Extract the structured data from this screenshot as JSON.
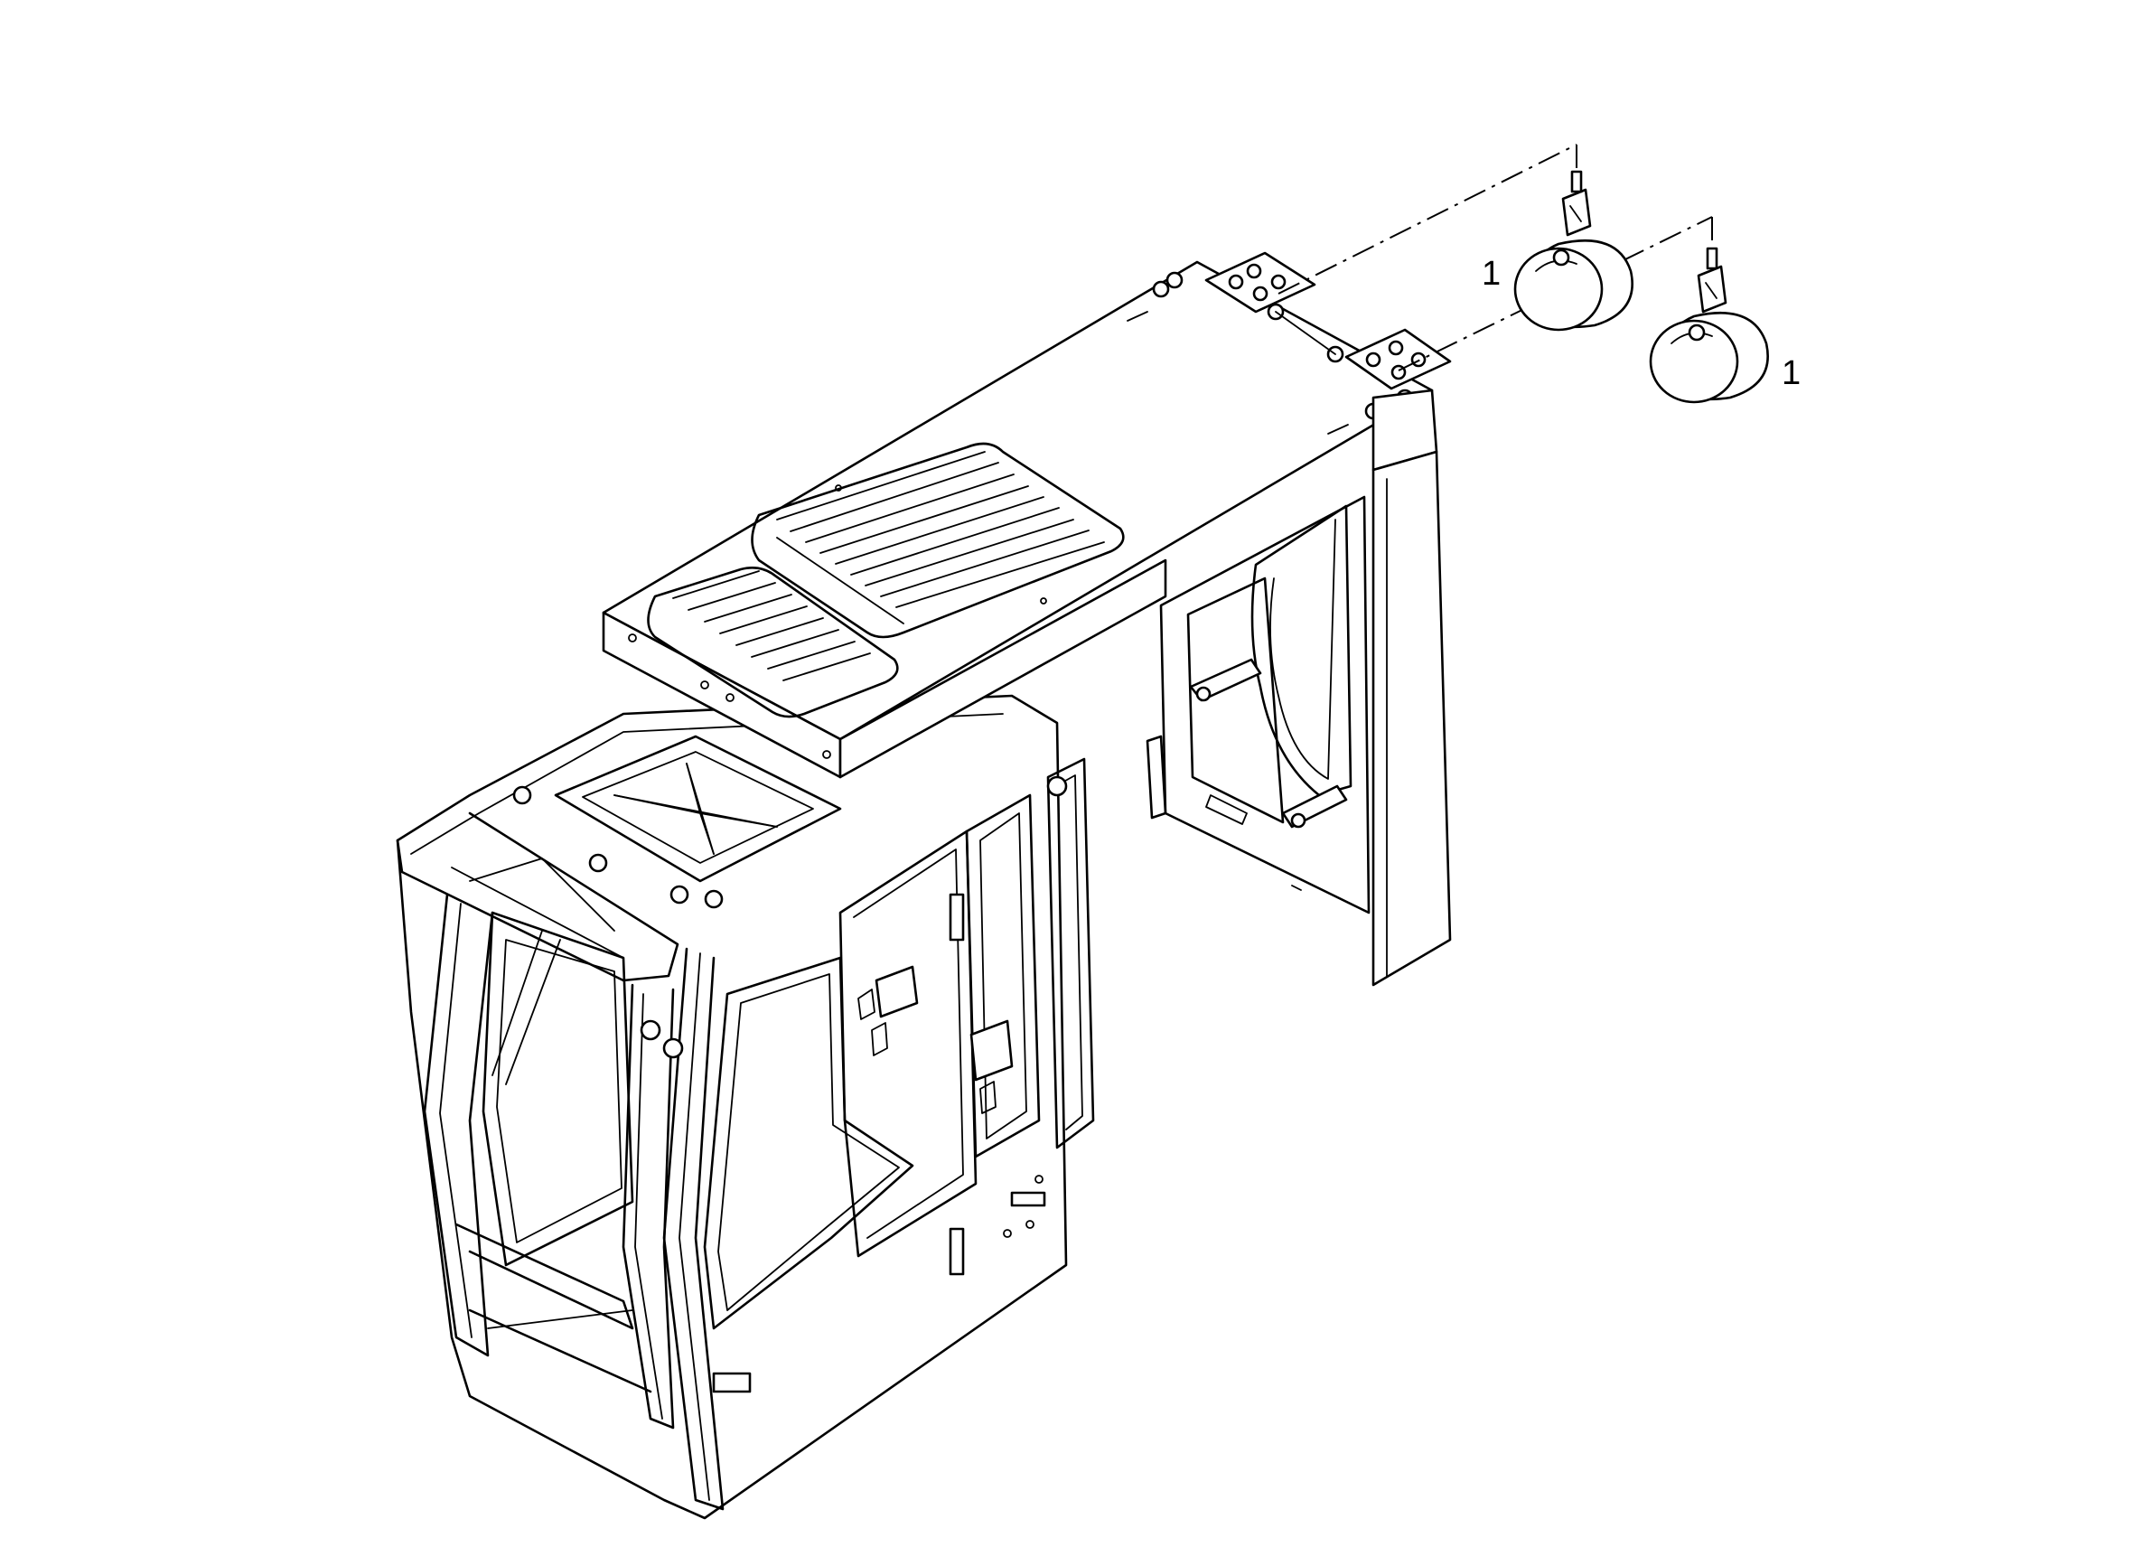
{
  "callouts": [
    {
      "id": "lamp-left",
      "text": "1"
    },
    {
      "id": "lamp-right",
      "text": "1"
    }
  ],
  "colors": {
    "ink": "#000000",
    "paper": "#ffffff"
  }
}
